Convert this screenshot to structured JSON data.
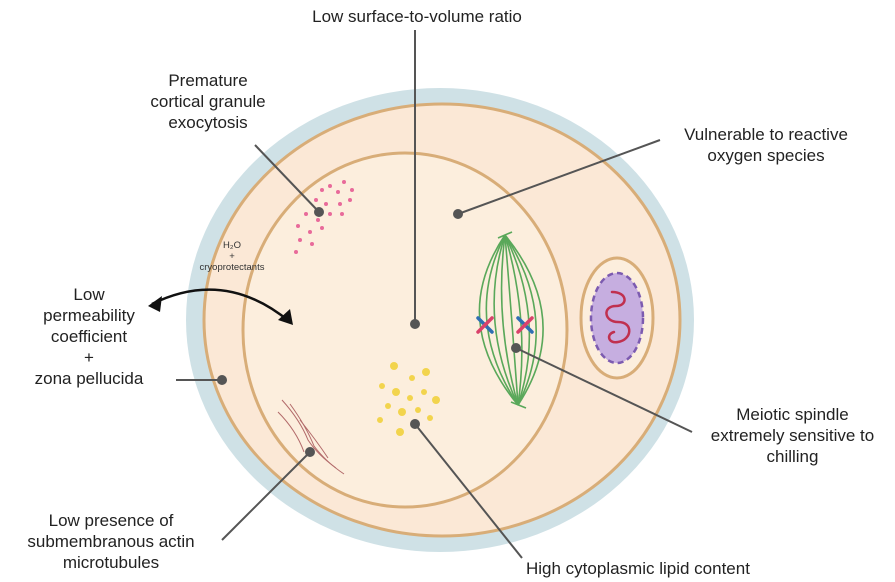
{
  "labels": {
    "surface_ratio": "Low surface-to-volume ratio",
    "cortical_granule": [
      "Premature",
      "cortical granule",
      "exocytosis"
    ],
    "ros": [
      "Vulnerable to reactive",
      "oxygen species"
    ],
    "permeability": [
      "Low",
      "permeability",
      "coefficient",
      "+",
      "zona pellucida"
    ],
    "h2o_line1": "H₂O",
    "h2o_line2": "+",
    "h2o_line3": "cryoprotectants",
    "spindle": [
      "Meiotic spindle",
      "extremely sensitive to",
      "chilling"
    ],
    "actin": [
      "Low presence of",
      "submembranous actin",
      "microtubules"
    ],
    "lipid": "High cytoplasmic lipid content"
  },
  "colors": {
    "zona": "#cfe1e6",
    "perivitelline": "#fbe8d6",
    "membrane": "#d8ad78",
    "cytoplasm": "#fceedd",
    "spindle": "#5aa85a",
    "chrom_blue": "#2f6fb3",
    "chrom_pink": "#d9426b",
    "granule": "#e86a9a",
    "lipid": "#f2d23e",
    "nucleus_fill": "#c6aee0",
    "nucleus_border": "#7c5bb0",
    "dna": "#c0304f",
    "leader": "#555555",
    "actin": "#b26a6a"
  }
}
